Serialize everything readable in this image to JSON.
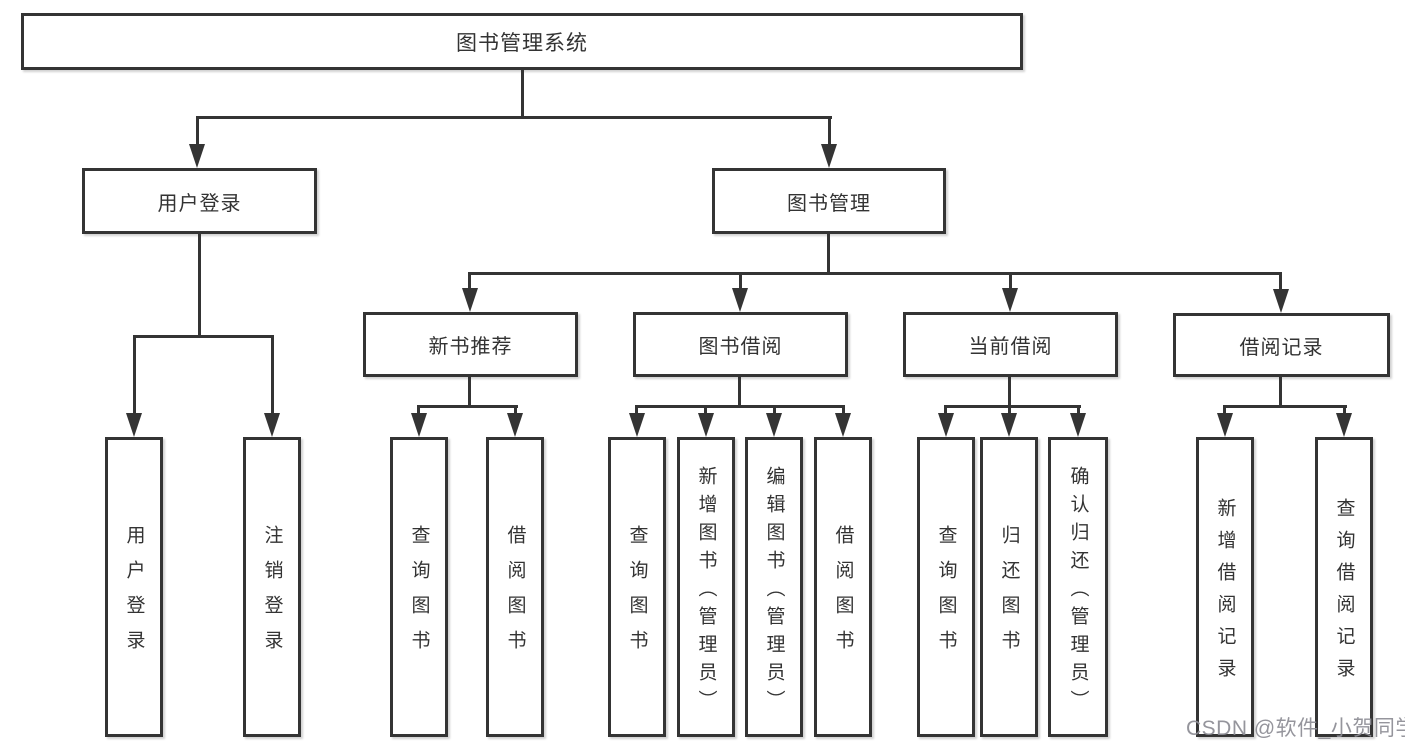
{
  "diagram_title": "图书管理系统",
  "colors": {
    "line": "#343434",
    "text": "#333333",
    "box_background": "#ffffff",
    "watermark": "#8c8c94",
    "page_background": "#ffffff"
  },
  "tree": {
    "root": {
      "label": "图书管理系统"
    },
    "branches": [
      {
        "label": "用户登录",
        "children": [
          {
            "label": "用户登录"
          },
          {
            "label": "注销登录"
          }
        ]
      },
      {
        "label": "图书管理",
        "children": [
          {
            "label": "新书推荐",
            "children": [
              {
                "label": "查询图书"
              },
              {
                "label": "借阅图书"
              }
            ]
          },
          {
            "label": "图书借阅",
            "children": [
              {
                "label": "查询图书"
              },
              {
                "label": "新增图书（管理员）"
              },
              {
                "label": "编辑图书（管理员）"
              },
              {
                "label": "借阅图书"
              }
            ]
          },
          {
            "label": "当前借阅",
            "children": [
              {
                "label": "查询图书"
              },
              {
                "label": "归还图书"
              },
              {
                "label": "确认归还（管理员）"
              }
            ]
          },
          {
            "label": "借阅记录",
            "children": [
              {
                "label": "新增借阅记录"
              },
              {
                "label": "查询借阅记录"
              }
            ]
          }
        ]
      }
    ]
  },
  "watermark": {
    "text": "CSDN @软件_小贺同学"
  }
}
